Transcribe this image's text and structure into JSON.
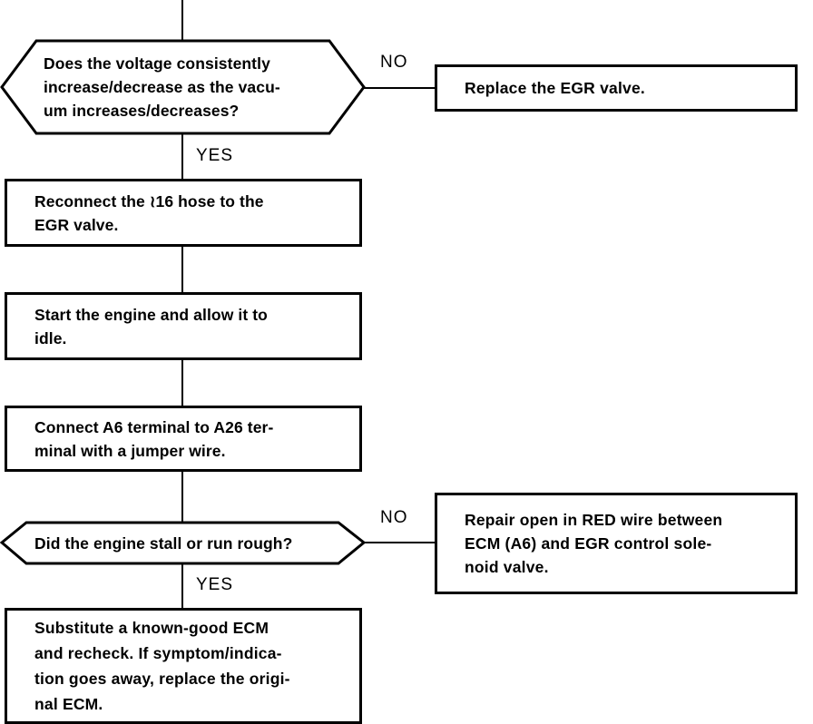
{
  "diagram": {
    "title": "EGR valve / ECM troubleshooting flowchart",
    "line_color": "#000000",
    "background_color": "#ffffff"
  },
  "nodes": {
    "decision_voltage": {
      "shape": "hexagon",
      "text": "Does the voltage consistently\nincrease/decrease as the vacu-\num increases/decreases?"
    },
    "action_replace_egr": {
      "shape": "rectangle",
      "text": "Replace the EGR valve."
    },
    "action_reconnect_hose": {
      "shape": "rectangle",
      "text": "Reconnect the ≀16 hose to the\nEGR valve."
    },
    "action_start_engine": {
      "shape": "rectangle",
      "text": "Start the engine and allow it to\nidle."
    },
    "action_connect_jumper": {
      "shape": "rectangle",
      "text": "Connect A6 terminal to A26 ter-\nminal with a jumper wire."
    },
    "decision_engine_stall": {
      "shape": "hexagon",
      "text": "Did the engine stall or run rough?"
    },
    "action_repair_red_wire": {
      "shape": "rectangle",
      "text": "Repair open in RED wire between\nECM (A6) and EGR control sole-\nnoid valve."
    },
    "action_substitute_ecm": {
      "shape": "rectangle",
      "text": "Substitute a known-good ECM\nand recheck. If symptom/indica-\ntion goes away, replace the origi-\nnal ECM."
    }
  },
  "edge_labels": {
    "voltage_no": "NO",
    "voltage_yes": "YES",
    "stall_no": "NO",
    "stall_yes": "YES"
  }
}
